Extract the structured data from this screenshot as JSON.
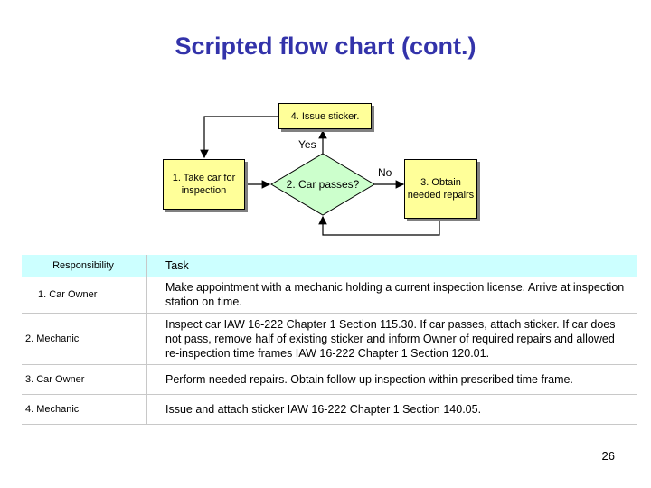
{
  "title": "Scripted flow chart (cont.)",
  "flow": {
    "step1": "1. Take car for inspection",
    "step2": "2. Car passes?",
    "step3": "3. Obtain needed repairs",
    "step4": "4. Issue sticker.",
    "yes_label": "Yes",
    "no_label": "No"
  },
  "table": {
    "headers": {
      "responsibility": "Responsibility",
      "task": "Task"
    },
    "rows": [
      {
        "responsibility": "1. Car Owner",
        "task": "Make appointment with a mechanic holding a current inspection license. Arrive at inspection station on time."
      },
      {
        "responsibility": "2. Mechanic",
        "task": "Inspect car IAW 16-222 Chapter 1 Section 115.30. If car passes, attach sticker. If car does not pass, remove half of existing sticker and inform Owner of required repairs and allowed re-inspection time frames IAW 16-222 Chapter 1 Section 120.01."
      },
      {
        "responsibility": "3. Car Owner",
        "task": "Perform needed repairs. Obtain follow up inspection within prescribed time frame."
      },
      {
        "responsibility": "4. Mechanic",
        "task": "Issue and attach sticker IAW 16-222 Chapter 1 Section 140.05."
      }
    ]
  },
  "page_number": "26",
  "colors": {
    "title": "#3333aa",
    "box_fill": "#ffff99",
    "diamond_fill": "#ccffcc",
    "header_fill": "#ccffff"
  }
}
